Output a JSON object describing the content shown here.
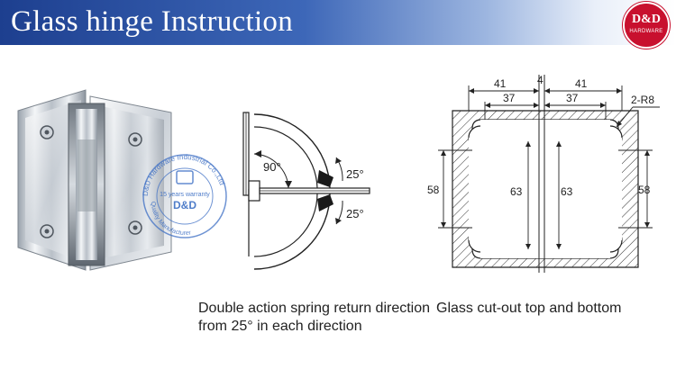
{
  "header": {
    "title": "Glass hinge Instruction",
    "logo_text": "D&D",
    "logo_subtext": "HARDWARE"
  },
  "watermark": {
    "brand": "D&D",
    "warranty_text": "15 years warranty",
    "ring_text": "D&D Hardware Industrial Co.,Ltd",
    "ring_text_bottom": "Quality Manufacturer"
  },
  "rotation_diagram": {
    "angle_label": "90°",
    "upper_label": "25°",
    "lower_label": "25°"
  },
  "cutout_diagram": {
    "width_left_outer": "41",
    "width_left_inner": "37",
    "gap": "4",
    "width_right_outer": "41",
    "width_right_inner": "37",
    "radius_label": "2-R8",
    "height_left": "58",
    "height_center_left": "63",
    "height_center_right": "63",
    "height_right": "58"
  },
  "captions": {
    "rotation": "Double action spring return direction from 25° in each direction",
    "cutout": "Glass cut-out top and bottom"
  },
  "colors": {
    "header_start": "#1d3f8f",
    "logo_red": "#c8102e",
    "watermark_blue": "#3d6fc4"
  }
}
